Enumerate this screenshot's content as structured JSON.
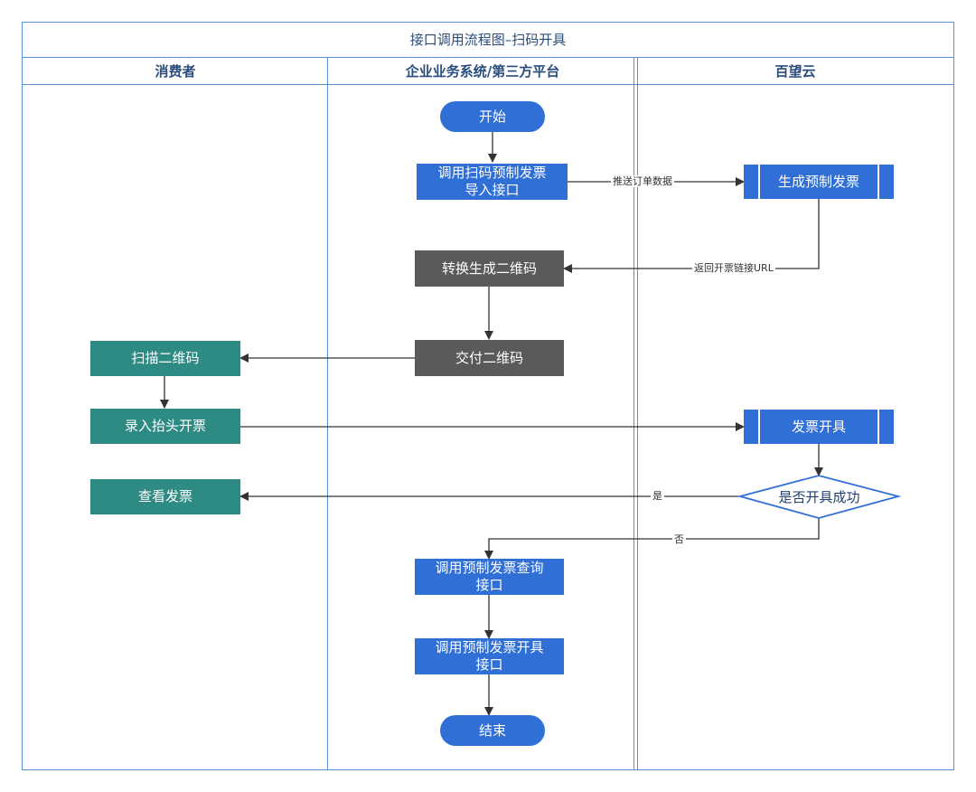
{
  "title": "接口调用流程图–扫码开具",
  "lanes": {
    "consumer": "消费者",
    "enterprise": "企业业务系统/第三方平台",
    "baiwang": "百望云"
  },
  "nodes": {
    "start": "开始",
    "call_import_line1": "调用扫码预制发票",
    "call_import_line2": "导入接口",
    "generate_preinvoice": "生成预制发票",
    "convert_qr": "转换生成二维码",
    "deliver_qr": "交付二维码",
    "scan_qr": "扫描二维码",
    "enter_title": "录入抬头开票",
    "issue_invoice": "发票开具",
    "decision": "是否开具成功",
    "view_invoice": "查看发票",
    "query_line1": "调用预制发票查询",
    "query_line2": "接口",
    "issue_api_line1": "调用预制发票开具",
    "issue_api_line2": "接口",
    "end": "结束"
  },
  "edge_labels": {
    "push_order": "推送订单数据",
    "return_url": "返回开票链接URL",
    "yes": "是",
    "no": "否"
  },
  "colors": {
    "frame": "#5b8fd6",
    "blue_node": "#2f6fd6",
    "teal_node": "#2e8b83",
    "gray_node": "#5a5a5a"
  }
}
